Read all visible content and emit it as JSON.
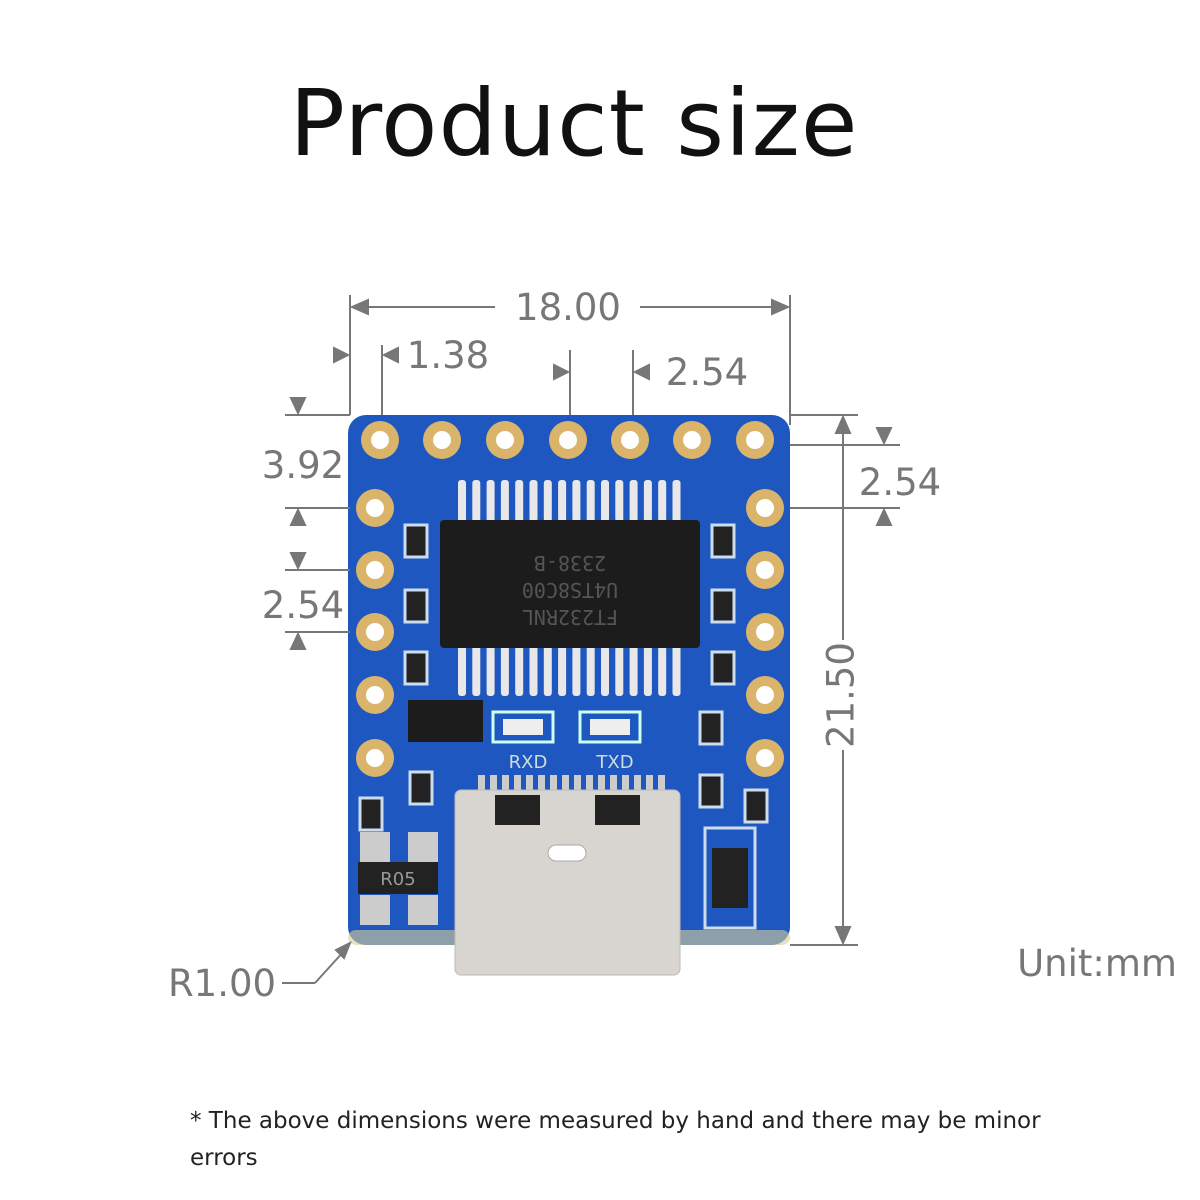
{
  "title": "Product size",
  "dimensions": {
    "width": "18.00",
    "pad_offset_x": "1.38",
    "pitch_top": "2.54",
    "pad_offset_y": "3.92",
    "pitch_left": "2.54",
    "pitch_right": "2.54",
    "height": "21.50",
    "corner_radius": "R1.00"
  },
  "unit": "Unit:mm",
  "board": {
    "chip_lines": [
      "FT232RNL",
      "U4TS8C00",
      "2338-B"
    ],
    "led_labels": [
      "RXD",
      "TXD"
    ],
    "regulator_label": "R05",
    "colors": {
      "pcb": "#1f57c0",
      "pad": "#d9b46a",
      "chip": "#1c1c1c",
      "usb": "#d8d4d0"
    }
  },
  "footnote": "* The above dimensions were measured by hand and there may be minor errors"
}
